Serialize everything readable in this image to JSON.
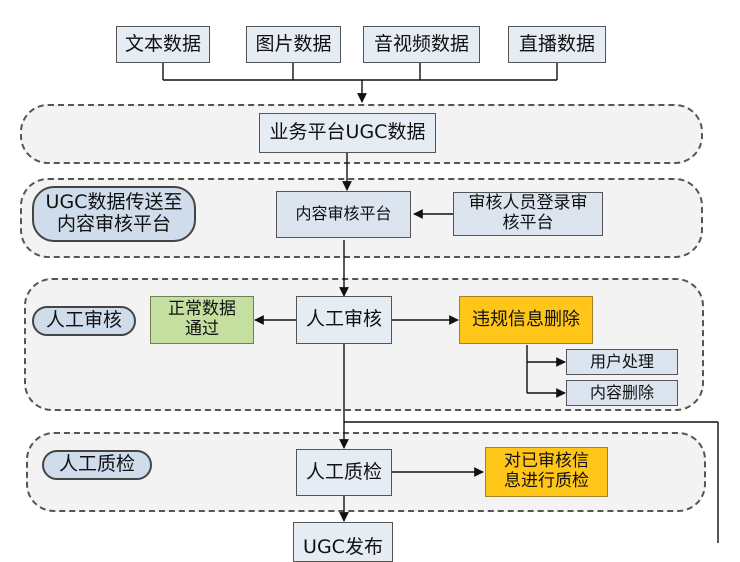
{
  "sources": [
    "文本数据",
    "图片数据",
    "音视频数据",
    "直播数据"
  ],
  "platform": "业务平台UGC数据",
  "lane_labels": {
    "transfer": "UGC数据传送至\n内容审核平台",
    "manual_review": "人工审核",
    "quality_check": "人工质检"
  },
  "nodes": {
    "review_platform": "内容审核平台",
    "reviewer_login": "审核人员登录审\n核平台",
    "manual_review": "人工审核",
    "normal_pass": "正常数据\n通过",
    "violation_delete": "违规信息删除",
    "user_handle": "用户处理",
    "content_delete": "内容删除",
    "quality_check": "人工质检",
    "recheck": "对已审核信\n息进行质检",
    "publish": "UGC发布"
  },
  "colors": {
    "box_fill": "#dbe4ef",
    "pass_fill": "#c4dfa0",
    "violation_fill": "#ffc619",
    "lane_fill": "#f3f3f3",
    "pill_fill": "#cfdceb"
  }
}
